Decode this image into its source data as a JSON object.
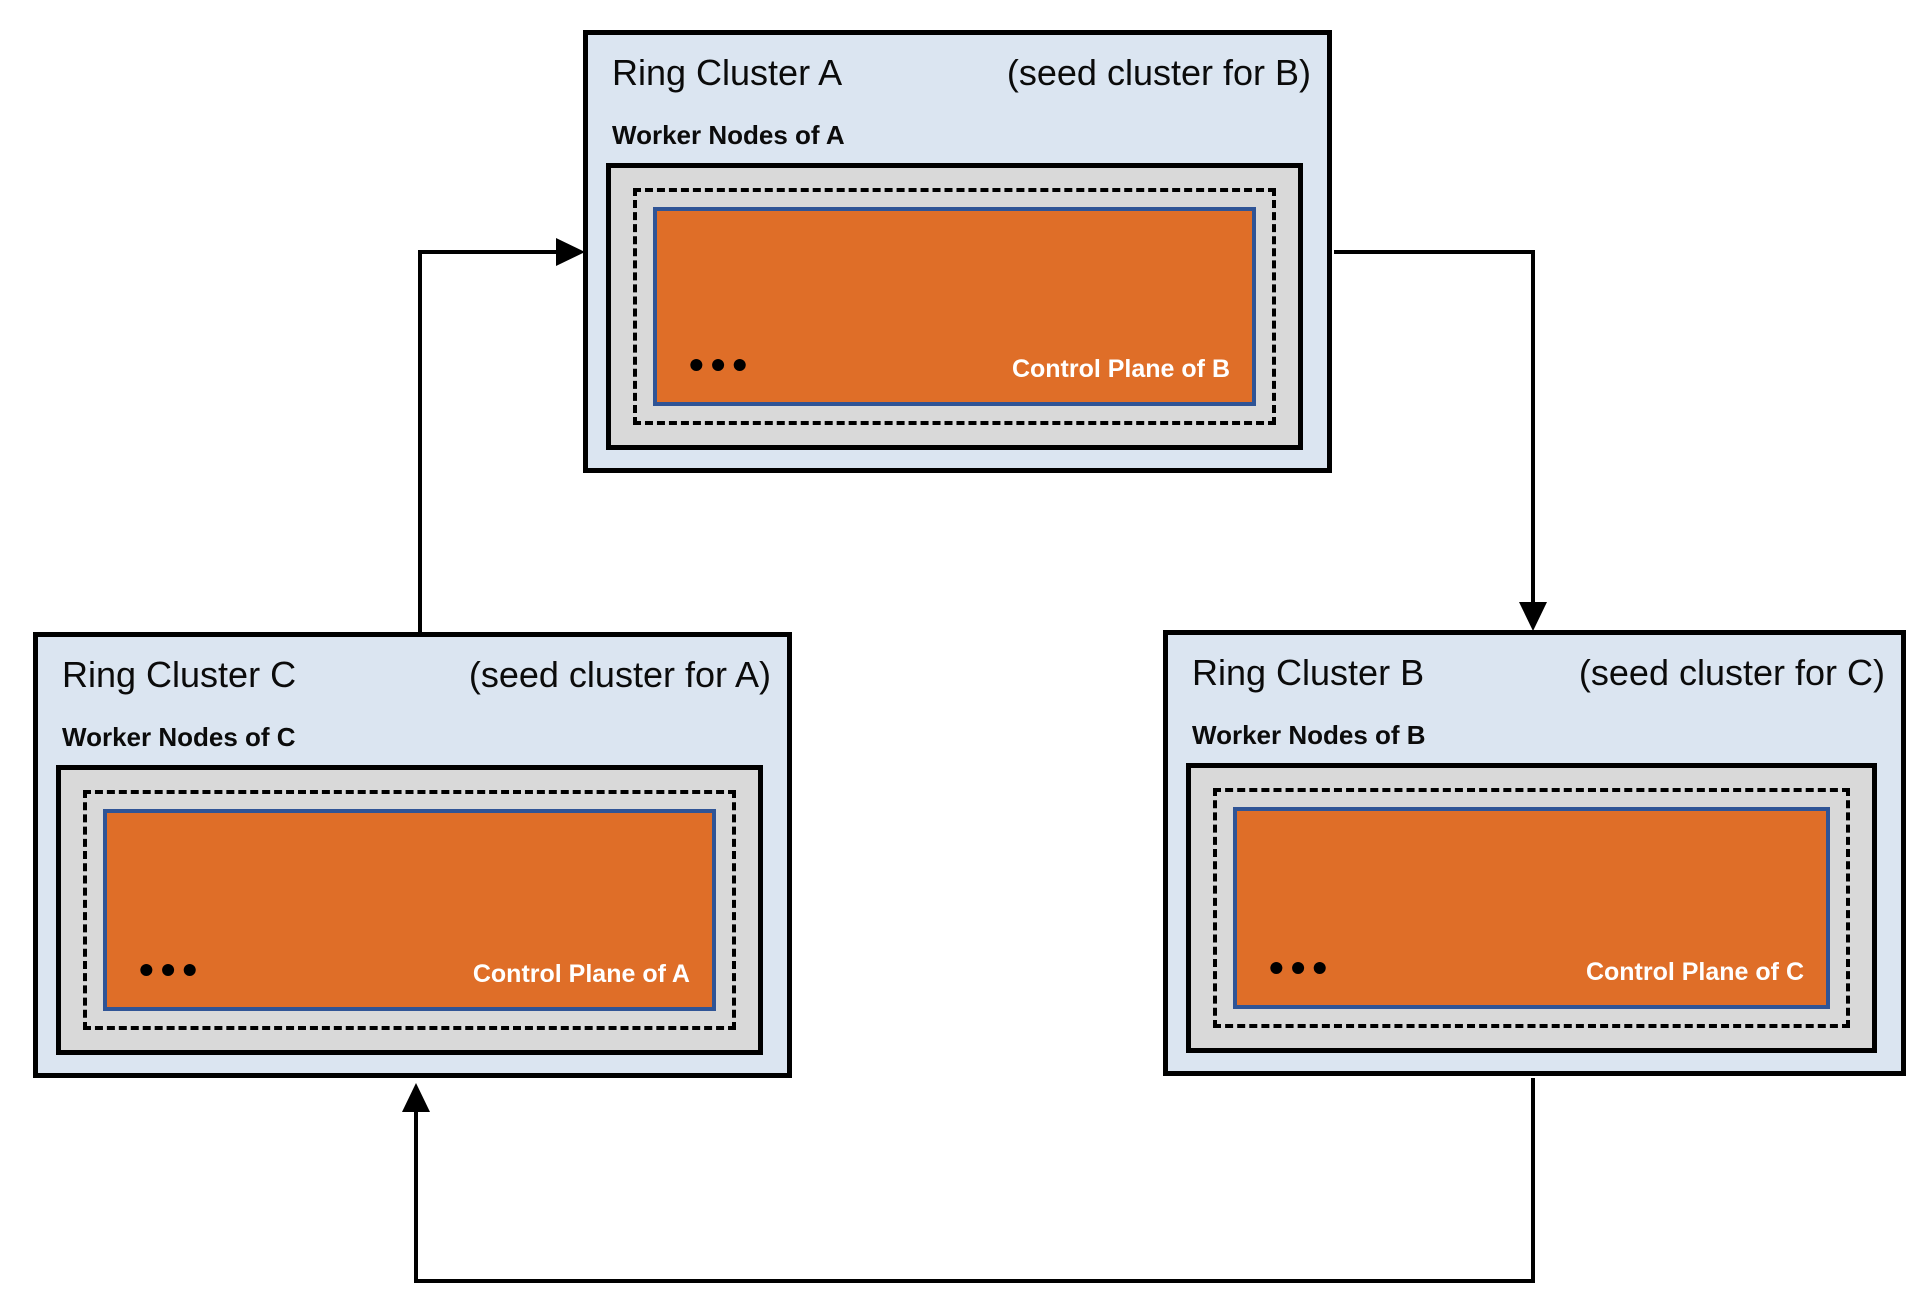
{
  "clusters": [
    {
      "id": "A",
      "title": "Ring Cluster A",
      "seed_label": "(seed cluster for B)",
      "worker_label": "Worker Nodes of A",
      "control_plane_label": "Control Plane of B",
      "more_nodes_dots": "•••"
    },
    {
      "id": "B",
      "title": "Ring Cluster B",
      "seed_label": "(seed cluster for C)",
      "worker_label": "Worker Nodes of B",
      "control_plane_label": "Control Plane of C",
      "more_nodes_dots": "•••"
    },
    {
      "id": "C",
      "title": "Ring Cluster C",
      "seed_label": "(seed cluster for A)",
      "worker_label": "Worker Nodes of C",
      "control_plane_label": "Control Plane of A",
      "more_nodes_dots": "•••"
    }
  ],
  "arrows": [
    {
      "from": "Ring Cluster C",
      "to": "Ring Cluster A"
    },
    {
      "from": "Ring Cluster A",
      "to": "Ring Cluster B"
    },
    {
      "from": "Ring Cluster B",
      "to": "Ring Cluster C"
    }
  ],
  "colors": {
    "cluster_fill": "#dbe5f1",
    "cluster_border": "#000000",
    "worker_area_fill": "#d9d9d9",
    "dashed_border": "#000000",
    "control_plane_fill": "#df6e28",
    "control_plane_border": "#2f5496",
    "control_plane_text": "#ffffff",
    "arrow": "#000000"
  }
}
